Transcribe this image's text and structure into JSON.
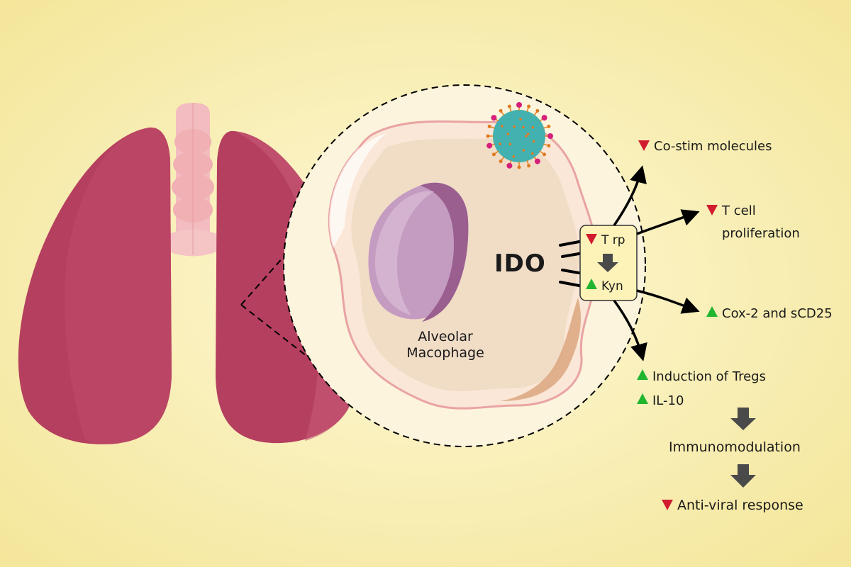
{
  "colors": {
    "background_center": "#fdf8d6",
    "background_edge": "#f4e69a",
    "lung": "#b53f5f",
    "lung_light": "#c4506e",
    "trachea": "#f0b0b4",
    "cell_outer": "#fbe7d7",
    "cell_inner": "#f1dcc6",
    "cell_border": "#e8a0a0",
    "nucleus": "#b58ab0",
    "virus": "#42b1b0",
    "virus_spike": "#e08020",
    "box_fill": "#fdf3b8",
    "down_marker": "#d11b2f",
    "up_marker": "#22b530",
    "block_arrow": "#4a4a4a"
  },
  "labels": {
    "ido": "IDO",
    "cell_line1": "Alveolar",
    "cell_line2": "Macophage",
    "trp": "T rp",
    "kyn": "Kyn"
  },
  "outputs": {
    "costim": "Co-stim molecules",
    "tcell_line1": "T cell",
    "tcell_line2": "proliferation",
    "cox2": "Cox-2 and sCD25",
    "tregs": "Induction of Tregs",
    "il10": "IL-10"
  },
  "flow": {
    "immunomodulation": "Immunomodulation",
    "antiviral": "Anti-viral response"
  }
}
